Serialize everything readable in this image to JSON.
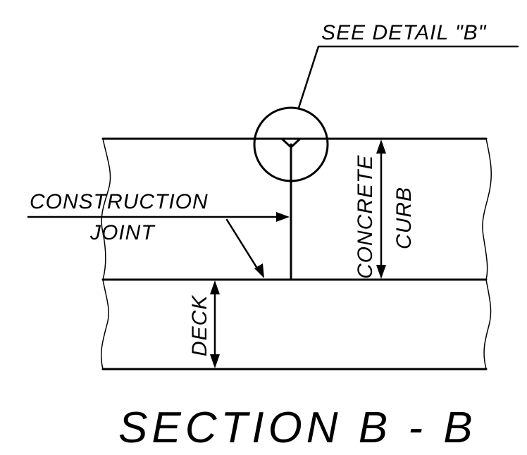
{
  "labels": {
    "see_detail": "SEE DETAIL \"B\"",
    "construction_joint_line1": "CONSTRUCTION",
    "construction_joint_line2": "JOINT",
    "concrete": "CONCRETE",
    "curb": "CURB",
    "deck": "DECK",
    "section_title": "SECTION B - B"
  }
}
